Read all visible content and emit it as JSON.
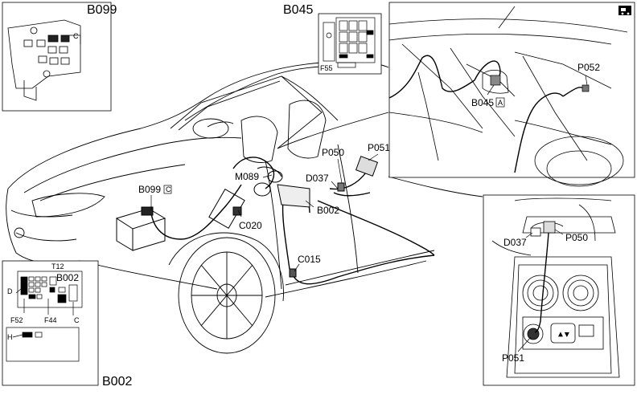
{
  "panels": {
    "b099": {
      "title": "B099",
      "pin_c": "C"
    },
    "b045": {
      "title": "B045",
      "fuse": "F55"
    },
    "b002": {
      "title": "B002",
      "t12": "T12",
      "sub": "B002",
      "d": "D",
      "h": "H",
      "f52": "F52",
      "f44": "F44",
      "c": "C"
    },
    "rear": {
      "b045a": "B045",
      "b045a_box": "A",
      "p052": "P052"
    },
    "console": {
      "d037": "D037",
      "p050": "P050",
      "p051": "P051"
    }
  },
  "callouts": {
    "b099c": "B099",
    "b099c_box": "C",
    "m089": "M089",
    "c020": "C020",
    "b002": "B002",
    "p050": "P050",
    "p051": "P051",
    "d037": "D037",
    "c015": "C015"
  },
  "icon": "car-rear-icon"
}
